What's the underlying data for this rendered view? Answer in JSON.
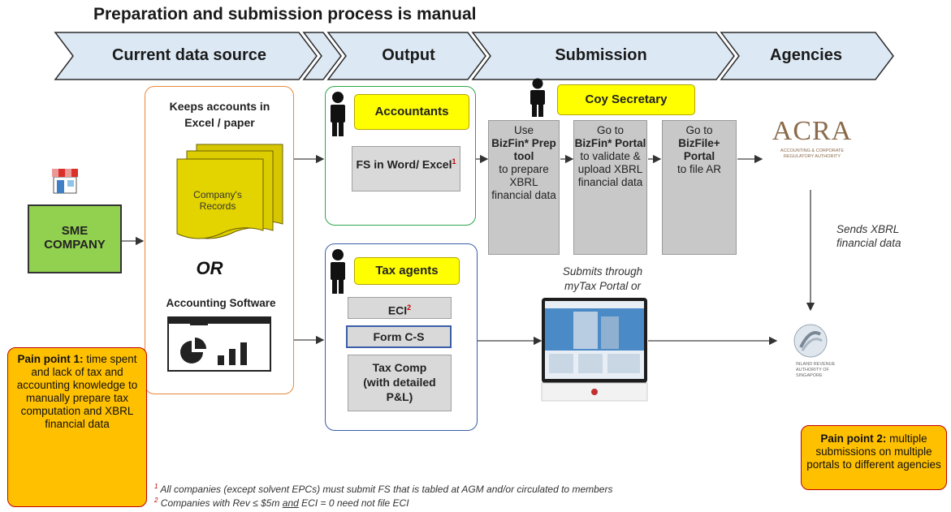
{
  "title": "Preparation and submission process is manual",
  "stages": [
    "Current data source",
    "Output",
    "Submission",
    "Agencies"
  ],
  "sme": {
    "line1": "SME",
    "line2": "COMPANY"
  },
  "source": {
    "keeps": "Keeps accounts in Excel / paper",
    "records": "Company's Records",
    "or": "OR",
    "software": "Accounting Software"
  },
  "accountants": {
    "label": "Accountants",
    "fs": "FS in Word/ Excel",
    "fs_sup": "1"
  },
  "tax_agents": {
    "label": "Tax agents",
    "eci": "ECI",
    "eci_sup": "2",
    "formcs": "Form C-S",
    "taxcomp": "Tax Comp (with detailed P&L)"
  },
  "coy_secretary": "Coy Secretary",
  "steps": {
    "s1": [
      "Use",
      "BizFin* Prep tool",
      "to prepare XBRL financial data"
    ],
    "s2": [
      "Go to",
      "BizFin* Portal",
      "to validate & upload XBRL financial data"
    ],
    "s3": [
      "Go to",
      "BizFile+ Portal",
      "to file AR"
    ]
  },
  "acra": {
    "logo": "ACRA",
    "sub": "ACCOUNTING & CORPORATE REGULATORY AUTHORITY"
  },
  "iras": {
    "sub": "INLAND REVENUE AUTHORITY OF SINGAPORE"
  },
  "sends": "Sends XBRL financial data",
  "submits": "Submits through myTax Portal or",
  "pain1": {
    "bold": "Pain point 1:",
    "text": " time spent and lack of tax and accounting knowledge to manually prepare tax computation and XBRL financial data"
  },
  "pain2": {
    "bold": "Pain point 2:",
    "text": " multiple submissions on multiple portals to different agencies"
  },
  "footnotes": {
    "f1_num": "1",
    "f1": "All companies (except solvent EPCs) must submit FS that is tabled at AGM and/or circulated to members",
    "f2_num": "2",
    "f2_a": "Companies with Rev ≤ $5m ",
    "f2_and": "and",
    "f2_b": " ECI = 0 need not file ECI"
  },
  "colors": {
    "chevron_fill": "#dce9f5",
    "chevron_stroke": "#2b2b2b",
    "sme_green": "#92d050",
    "highlight_yellow": "#ffff00",
    "pain_orange": "#ffc000",
    "acra_brown": "#8b6a4a"
  }
}
